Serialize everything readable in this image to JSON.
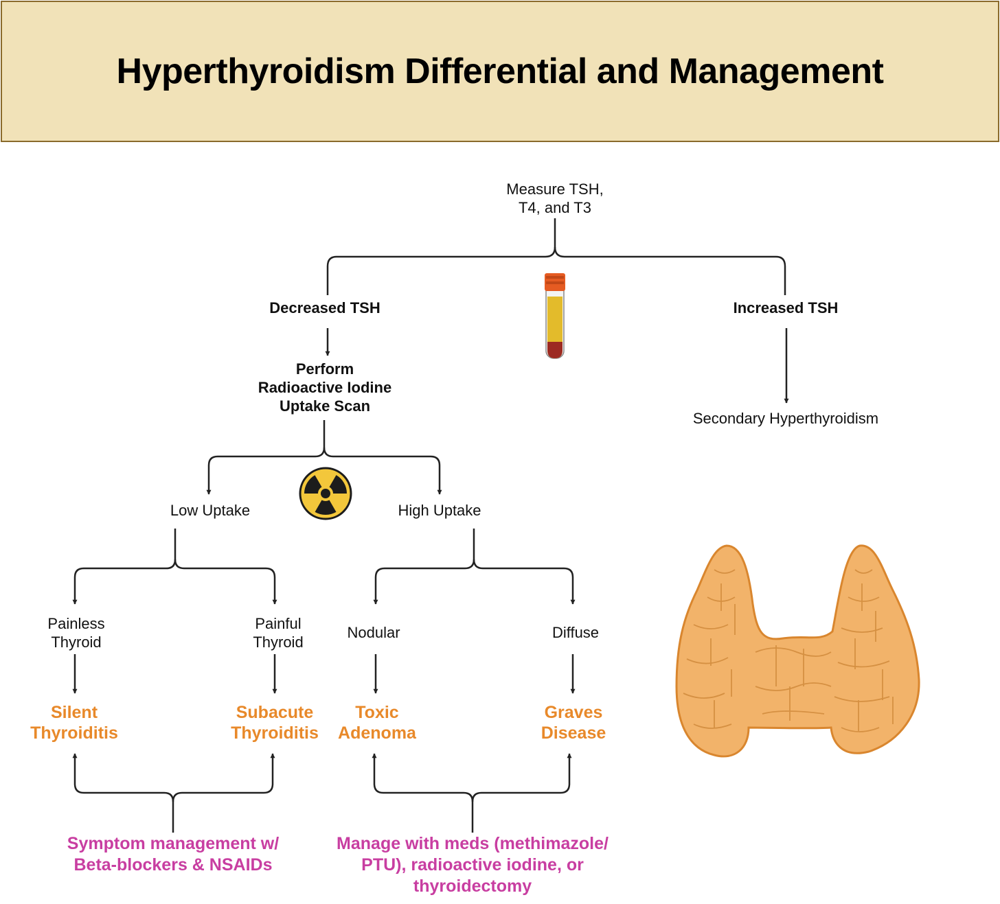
{
  "title": "Hyperthyroidism Differential and Management",
  "nodes": {
    "measure": [
      "Measure TSH,",
      "T4, and T3"
    ],
    "decreased_tsh": "Decreased TSH",
    "increased_tsh": "Increased TSH",
    "perform_scan": [
      "Perform",
      "Radioactive Iodine",
      "Uptake Scan"
    ],
    "secondary": "Secondary Hyperthyroidism",
    "low_uptake": "Low Uptake",
    "high_uptake": "High Uptake",
    "painless": [
      "Painless",
      "Thyroid"
    ],
    "painful": [
      "Painful",
      "Thyroid"
    ],
    "nodular": "Nodular",
    "diffuse": "Diffuse",
    "silent": [
      "Silent",
      "Thyroiditis"
    ],
    "subacute": [
      "Subacute",
      "Thyroiditis"
    ],
    "toxic": [
      "Toxic",
      "Adenoma"
    ],
    "graves": [
      "Graves",
      "Disease"
    ],
    "symptom_mgmt": [
      "Symptom management w/",
      "Beta-blockers & NSAIDs"
    ],
    "meds_mgmt": [
      "Manage with meds (methimazole/",
      "PTU), radioactive iodine, or",
      "thyroidectomy"
    ]
  },
  "icons": [
    "blood-tube-icon",
    "radiation-icon",
    "thyroid-gland-illustration"
  ],
  "colors": {
    "title_bg": "#f1e2b8",
    "diagnosis": "#e8892a",
    "management": "#c83ea1",
    "thyroid": "#f2b36a"
  }
}
